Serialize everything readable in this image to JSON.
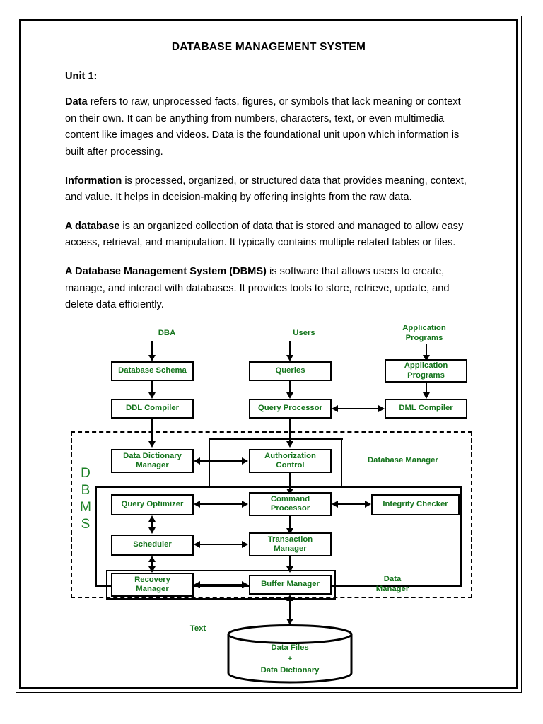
{
  "document": {
    "title": "DATABASE MANAGEMENT SYSTEM",
    "unit": "Unit 1:",
    "paragraphs": [
      {
        "lead": "Data",
        "rest": " refers to raw, unprocessed facts, figures, or symbols that lack meaning or context on their own. It can be anything from numbers, characters, text, or even multimedia content like images and videos. Data is the foundational unit upon which information is built after processing."
      },
      {
        "lead": "Information",
        "rest": " is processed, organized, or structured data that provides meaning, context, and value. It helps in decision-making by offering insights from the raw data."
      },
      {
        "lead": "A database",
        "rest": " is an organized collection of data that is stored and managed to allow easy access, retrieval, and manipulation. It typically contains multiple related tables or files."
      },
      {
        "lead": "A Database Management System (DBMS)",
        "rest": " is software that allows users to create, manage, and interact with databases. It provides tools to store, retrieve, update, and delete data efficiently."
      }
    ]
  },
  "colors": {
    "node_text": "#14741c",
    "outline": "#000000",
    "page_background": "#ffffff"
  },
  "diagram": {
    "source_labels": {
      "dba": "DBA",
      "users": "Users",
      "application_programs": "Application\nPrograms"
    },
    "nodes": {
      "database_schema": "Database Schema",
      "ddl_compiler": "DDL Compiler",
      "queries": "Queries",
      "query_processor": "Query Processor",
      "application_programs": "Application\nPrograms",
      "dml_compiler": "DML Compiler",
      "data_dictionary_manager": "Data Dictionary\nManager",
      "authorization_control": "Authorization\nControl",
      "query_optimizer": "Query Optimizer",
      "command_processor": "Command\nProcessor",
      "integrity_checker": "Integrity Checker",
      "scheduler": "Scheduler",
      "transaction_manager": "Transaction\nManager",
      "recovery_manager": "Recovery\nManager",
      "buffer_manager": "Buffer Manager"
    },
    "group_labels": {
      "dbms": "D\nB\nM\nS",
      "database_manager": "Database Manager",
      "data_manager": "Data\nManager",
      "text": "Text"
    },
    "datastore": {
      "line1": "Data Files",
      "line2": "+",
      "line3": "Data Dictionary"
    }
  }
}
